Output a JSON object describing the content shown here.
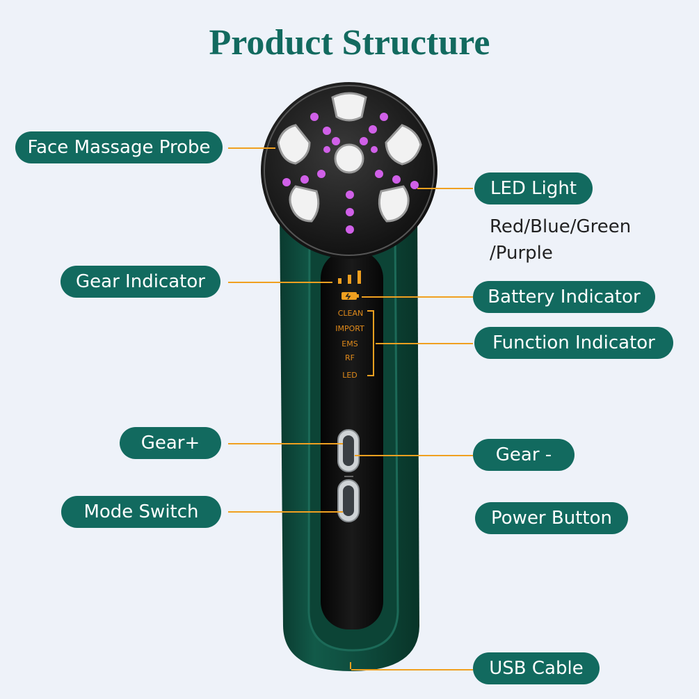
{
  "title": "Product Structure",
  "labels": {
    "face_massage_probe": "Face Massage Probe",
    "led_light": "LED Light",
    "led_colors_line1": "Red/Blue/Green",
    "led_colors_line2": "/Purple",
    "gear_indicator": "Gear Indicator",
    "battery_indicator": "Battery Indicator",
    "function_indicator": "Function Indicator",
    "gear_plus": "Gear+",
    "gear_minus": "Gear -",
    "mode_switch": "Mode Switch",
    "power_button": "Power Button",
    "usb_cable": "USB Cable"
  },
  "device_panel": {
    "functions": [
      "CLEAN",
      "IMPORT",
      "EMS",
      "RF",
      "LED"
    ]
  },
  "colors": {
    "pill": "#126a5f",
    "title": "#126a5f",
    "leader_line": "#f0a020",
    "background": "#eef2f9",
    "device_body": "#0e4a3c",
    "led": "#d060e8",
    "panel_text": "#e08a1a"
  }
}
